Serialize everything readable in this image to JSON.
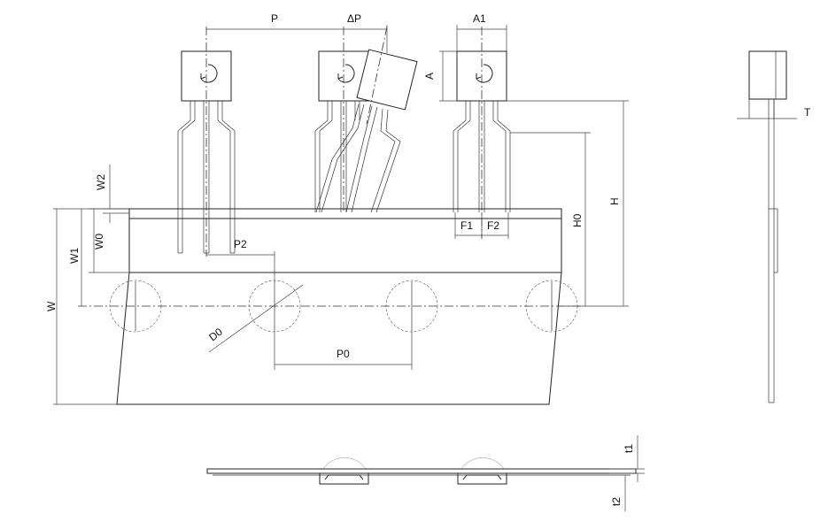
{
  "labels": {
    "P": "P",
    "dP": "ΔP",
    "A1": "A1",
    "A": "A",
    "T": "T",
    "W2": "W2",
    "W0": "W0",
    "W1": "W1",
    "W": "W",
    "P2": "P2",
    "F1": "F1",
    "F2": "F2",
    "H0": "H0",
    "H": "H",
    "D0": "D0",
    "P0": "P0",
    "t1": "t1",
    "t2": "t2"
  }
}
